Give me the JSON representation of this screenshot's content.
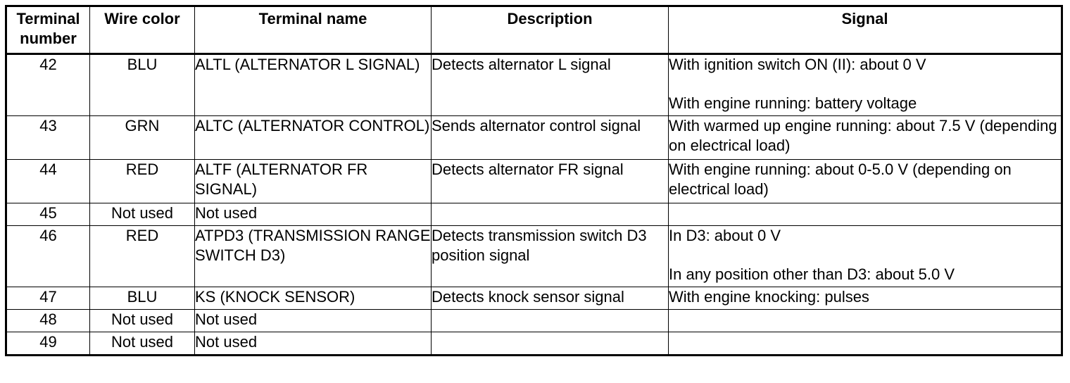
{
  "table": {
    "headers": [
      "Terminal number",
      "Wire color",
      "Terminal name",
      "Description",
      "Signal"
    ],
    "rows": [
      {
        "number": "42",
        "wire_color": "BLU",
        "terminal_name": "ALTL (ALTERNATOR L SIGNAL)",
        "description": "Detects alternator L signal",
        "signal": [
          "With ignition switch ON (II): about 0 V",
          "With engine running: battery voltage"
        ]
      },
      {
        "number": "43",
        "wire_color": "GRN",
        "terminal_name": "ALTC (ALTERNATOR CONTROL)",
        "description": "Sends alternator control signal",
        "signal": [
          "With warmed up engine running: about 7.5 V (depending on electrical load)"
        ]
      },
      {
        "number": "44",
        "wire_color": "RED",
        "terminal_name": "ALTF (ALTERNATOR FR SIGNAL)",
        "description": "Detects alternator FR signal",
        "signal": [
          "With engine running: about 0-5.0 V (depending on electrical load)"
        ]
      },
      {
        "number": "45",
        "wire_color": "Not used",
        "terminal_name": "Not used",
        "description": "",
        "signal": [
          ""
        ]
      },
      {
        "number": "46",
        "wire_color": "RED",
        "terminal_name": "ATPD3 (TRANSMISSION RANGE SWITCH D3)",
        "description": "Detects transmission switch D3 position signal",
        "signal": [
          "In D3: about 0 V",
          "In any position other than D3: about 5.0 V"
        ]
      },
      {
        "number": "47",
        "wire_color": "BLU",
        "terminal_name": "KS (KNOCK SENSOR)",
        "description": "Detects knock sensor signal",
        "signal": [
          "With engine knocking: pulses"
        ]
      },
      {
        "number": "48",
        "wire_color": "Not used",
        "terminal_name": "Not used",
        "description": "",
        "signal": [
          ""
        ]
      },
      {
        "number": "49",
        "wire_color": "Not used",
        "terminal_name": "Not used",
        "description": "",
        "signal": [
          ""
        ]
      }
    ]
  }
}
